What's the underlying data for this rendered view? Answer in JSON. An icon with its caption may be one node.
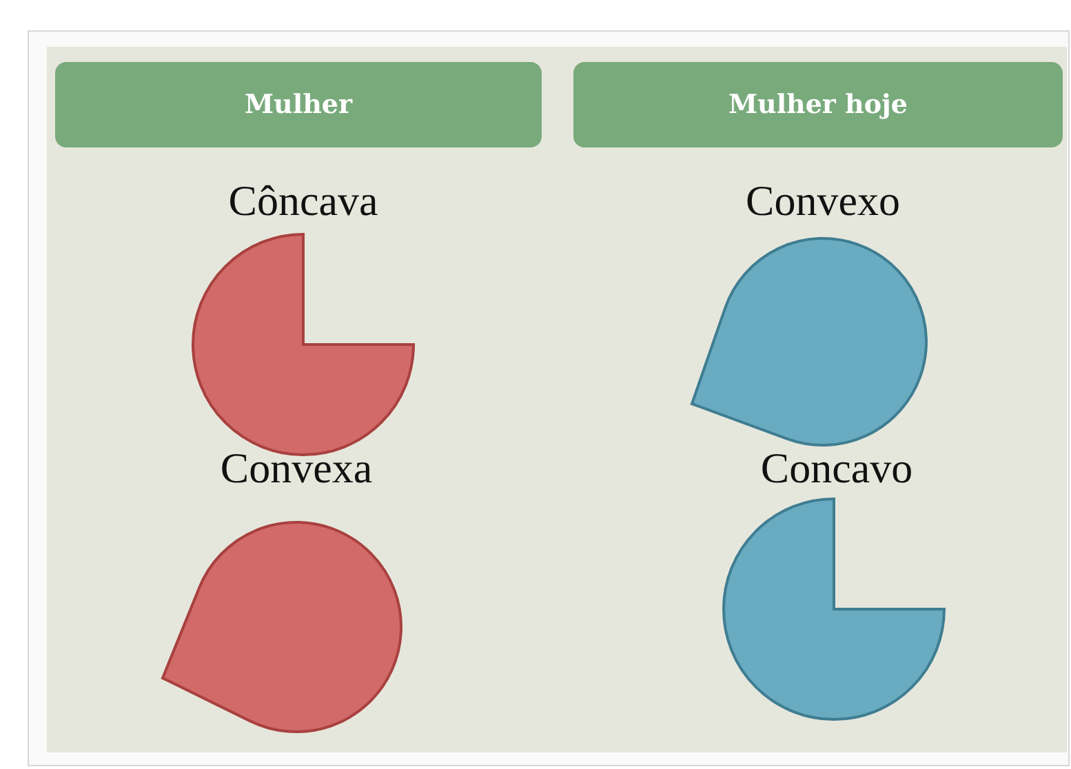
{
  "diagram": {
    "nodes": [
      {
        "text": [
          "Mulher"
        ]
      },
      {
        "text": [
          "Mulher hoje"
        ]
      },
      {
        "text": [
          "Côncava"
        ]
      },
      {
        "text": [
          "Convexa"
        ]
      },
      {
        "text": [
          "Convexo"
        ]
      },
      {
        "text": [
          "Concavo"
        ]
      }
    ]
  }
}
